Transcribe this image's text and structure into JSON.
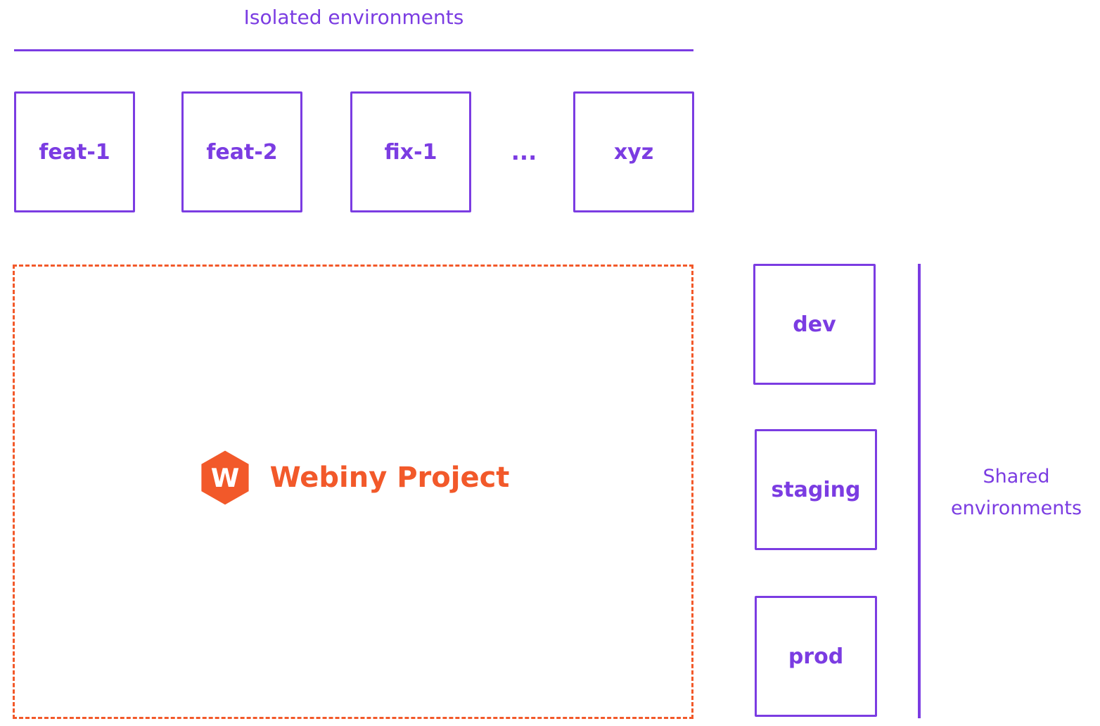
{
  "isolated": {
    "title": "Isolated environments",
    "boxes": [
      "feat-1",
      "feat-2",
      "fix-1",
      "xyz"
    ],
    "ellipsis": "..."
  },
  "project": {
    "label": "Webiny Project",
    "logo_letter": "W"
  },
  "shared": {
    "title_line1": "Shared",
    "title_line2": "environments",
    "boxes": [
      "dev",
      "staging",
      "prod"
    ]
  },
  "colors": {
    "purple": "#7b3ce2",
    "orange": "#f2592a"
  }
}
